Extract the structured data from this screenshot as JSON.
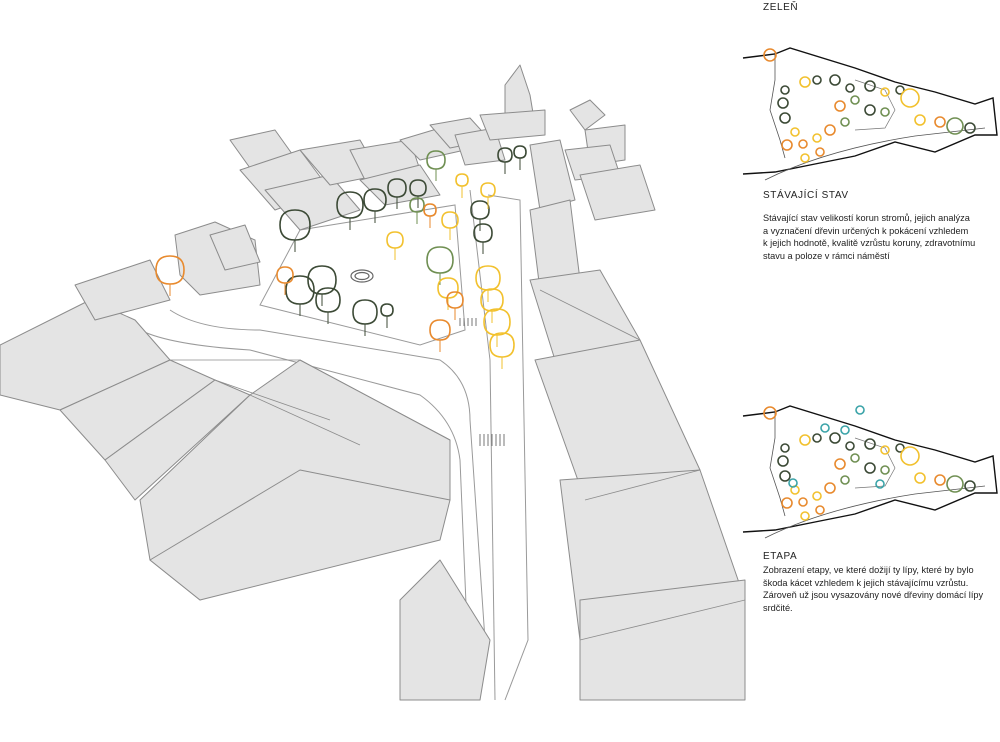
{
  "panel": {
    "section_title": "ZELEŇ",
    "existing": {
      "heading": "STÁVAJÍCÍ STAV",
      "lines": [
        "Stávající stav velikostí korun stromů, jejich analýza",
        "a vyznačení dřevin určených k pokácení vzhledem",
        "k jejich hodnotě, kvalitě vzrůstu koruny, zdravotnímu",
        "stavu a poloze v rámci náměstí"
      ]
    },
    "stage": {
      "heading": "ETAPA",
      "lines": [
        "Zobrazení etapy, ve které dožijí ty lípy, které by bylo",
        "škoda kácet vzhledem k jejich stávajícímu vzrůstu.",
        "Zároveň už jsou vysazovány nové dřeviny domácí lípy",
        "srdčité."
      ]
    }
  },
  "colors": {
    "building_fill": "#e4e4e4",
    "building_stroke": "#8c8c8c",
    "tree_dark": "#3c4a36",
    "tree_mid": "#6f8f52",
    "tree_yellow": "#f2c12e",
    "tree_orange": "#e88a2e",
    "tree_new": "#3aa3a8"
  }
}
